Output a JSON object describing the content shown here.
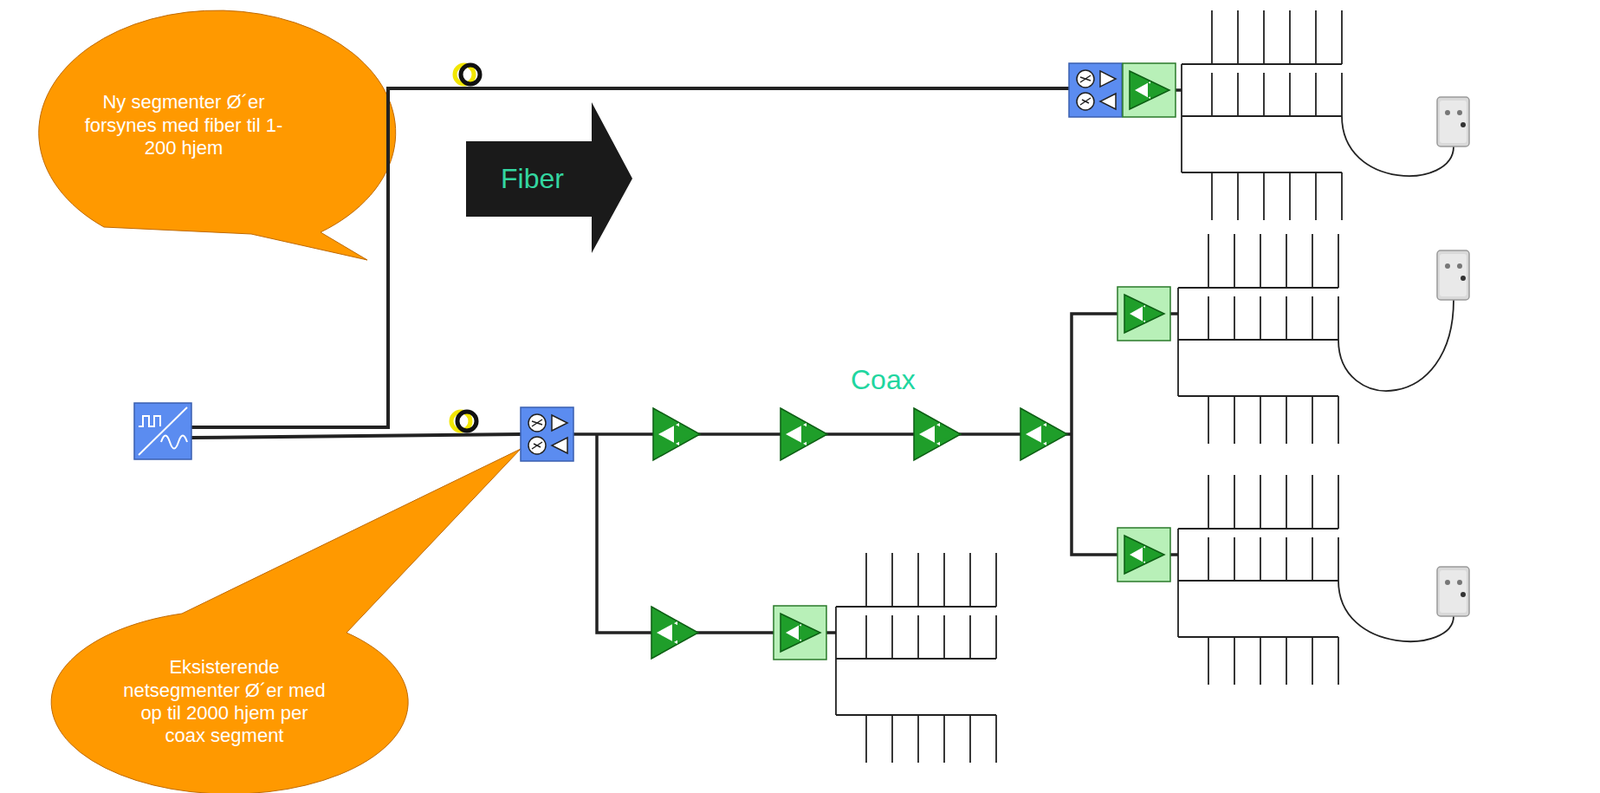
{
  "diagram": {
    "nodes": [
      {
        "text": [
          "Ny segmenter Ø´er forsynes med fiber til 1-200 hjem"
        ]
      },
      {
        "text": [
          "Fiber"
        ]
      },
      {
        "text": [
          "Eksisterende netsegmenter Ø´er med op til 2000 hjem per coax segment"
        ]
      }
    ],
    "labels": [
      "Coax"
    ]
  }
}
